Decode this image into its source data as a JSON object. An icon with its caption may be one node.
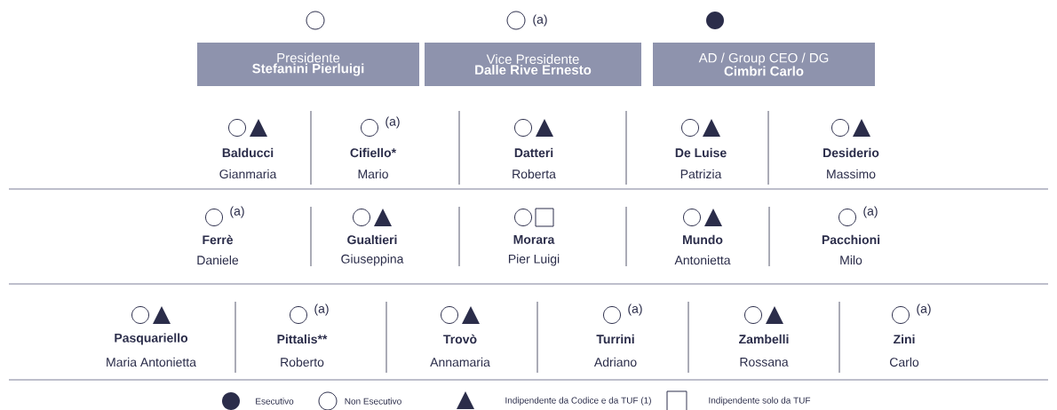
{
  "diagram": {
    "nodes": [
      {
        "text": [
          "Presidente",
          "Stefanini Pierluigi"
        ]
      },
      {
        "text": [
          "Vice Presidente",
          "Dalle Rive Ernesto"
        ]
      },
      {
        "text": [
          "AD / Group CEO / DG",
          "Cimbri Carlo"
        ]
      }
    ],
    "labels": [
      "(a)",
      "Balducci",
      "Gianmaria",
      "(a)",
      "Cifiello*",
      "Mario",
      "Datteri",
      "Roberta",
      "De Luise",
      "Patrizia",
      "Desiderio",
      "Massimo",
      "(a)",
      "Ferrè",
      "Daniele",
      "Gualtieri",
      "Giuseppina",
      "Morara",
      "Pier Luigi",
      "Mundo",
      "Antonietta",
      "(a)",
      "Pacchioni",
      "Milo",
      "Pasquariello",
      "Maria Antonietta",
      "(a)",
      "Pittalis**",
      "Roberto",
      "Trovò",
      "Annamaria",
      "(a)",
      "Turrini",
      "Adriano",
      "Zambelli",
      "Rossana",
      "(a)",
      "Zini",
      "Carlo"
    ],
    "legend": [
      {
        "text": "Esecutivo"
      },
      {
        "text": "Non Esecutivo"
      },
      {
        "text": "Indipendente da Codice e da TUF (1)"
      },
      {
        "text": "Indipendente solo da TUF"
      }
    ]
  }
}
